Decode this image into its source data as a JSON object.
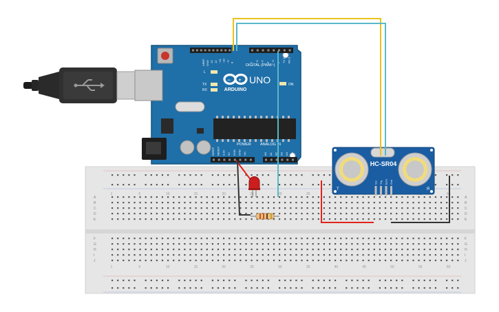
{
  "colors": {
    "background": "#ffffff",
    "board": "#1f6fa8",
    "board_edge": "#16557f",
    "breadboard": "#e6e6e6",
    "sensor": "#1a5da3",
    "wire_yellow": "#e8c21a",
    "wire_cyan": "#58b9c9",
    "wire_red": "#e0221a",
    "wire_black": "#333333",
    "led": "#cc1e1e"
  },
  "arduino": {
    "logo_text": "ARDUINO",
    "model": "UNO",
    "digital_label": "DIGITAL (PWM~)",
    "power_label": "POWER",
    "analog_label": "ANALOG IN",
    "on_label": "ON",
    "led_l": "L",
    "led_tx": "TX",
    "led_rx": "RX",
    "aref": "AREF",
    "gnd": "GND",
    "digital_pins": [
      "13",
      "12",
      "~11",
      "~10",
      "~9",
      "8",
      "7",
      "~6",
      "~5",
      "4",
      "~3",
      "2",
      "TX 1",
      "RX 0"
    ],
    "power_pins": [
      "IOREF",
      "RESET",
      "3.3V",
      "5V",
      "GND",
      "GND",
      "Vin"
    ],
    "analog_pins": [
      "A0",
      "A1",
      "A2",
      "A3",
      "A4",
      "A5"
    ]
  },
  "sensor": {
    "model": "HC-SR04",
    "pins": [
      "Vcc",
      "Trig",
      "Echo",
      "Gnd"
    ],
    "left_mark": "T",
    "right_mark": "R"
  },
  "breadboard": {
    "top_rows": [
      "A",
      "B",
      "C",
      "D",
      "E"
    ],
    "bottom_rows": [
      "F",
      "G",
      "H",
      "I",
      "J"
    ],
    "col_numbers": [
      "1",
      "5",
      "10",
      "15",
      "20",
      "25",
      "30",
      "35",
      "40",
      "45",
      "50",
      "55",
      "60"
    ]
  }
}
